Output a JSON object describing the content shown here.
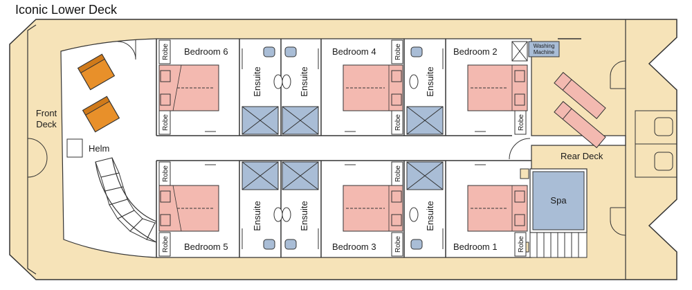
{
  "title": "Iconic Lower Deck",
  "areas": {
    "front_deck_line1": "Front",
    "front_deck_line2": "Deck",
    "helm": "Helm",
    "rear_deck": "Rear Deck",
    "spa": "Spa",
    "washing_line1": "Washing",
    "washing_line2": "Machine"
  },
  "bedrooms": {
    "b1": "Bedroom 1",
    "b2": "Bedroom 2",
    "b3": "Bedroom 3",
    "b4": "Bedroom 4",
    "b5": "Bedroom 5",
    "b6": "Bedroom 6"
  },
  "labels": {
    "robe": "Robe",
    "ensuite": "Ensuite"
  },
  "colors": {
    "hull": "#f6e3b8",
    "rooms": "#ffffff",
    "bed": "#f3b9b0",
    "chair": "#e8902a",
    "shower": "#a9bdd6",
    "spa": "#a9bdd6",
    "outline": "#333333"
  }
}
